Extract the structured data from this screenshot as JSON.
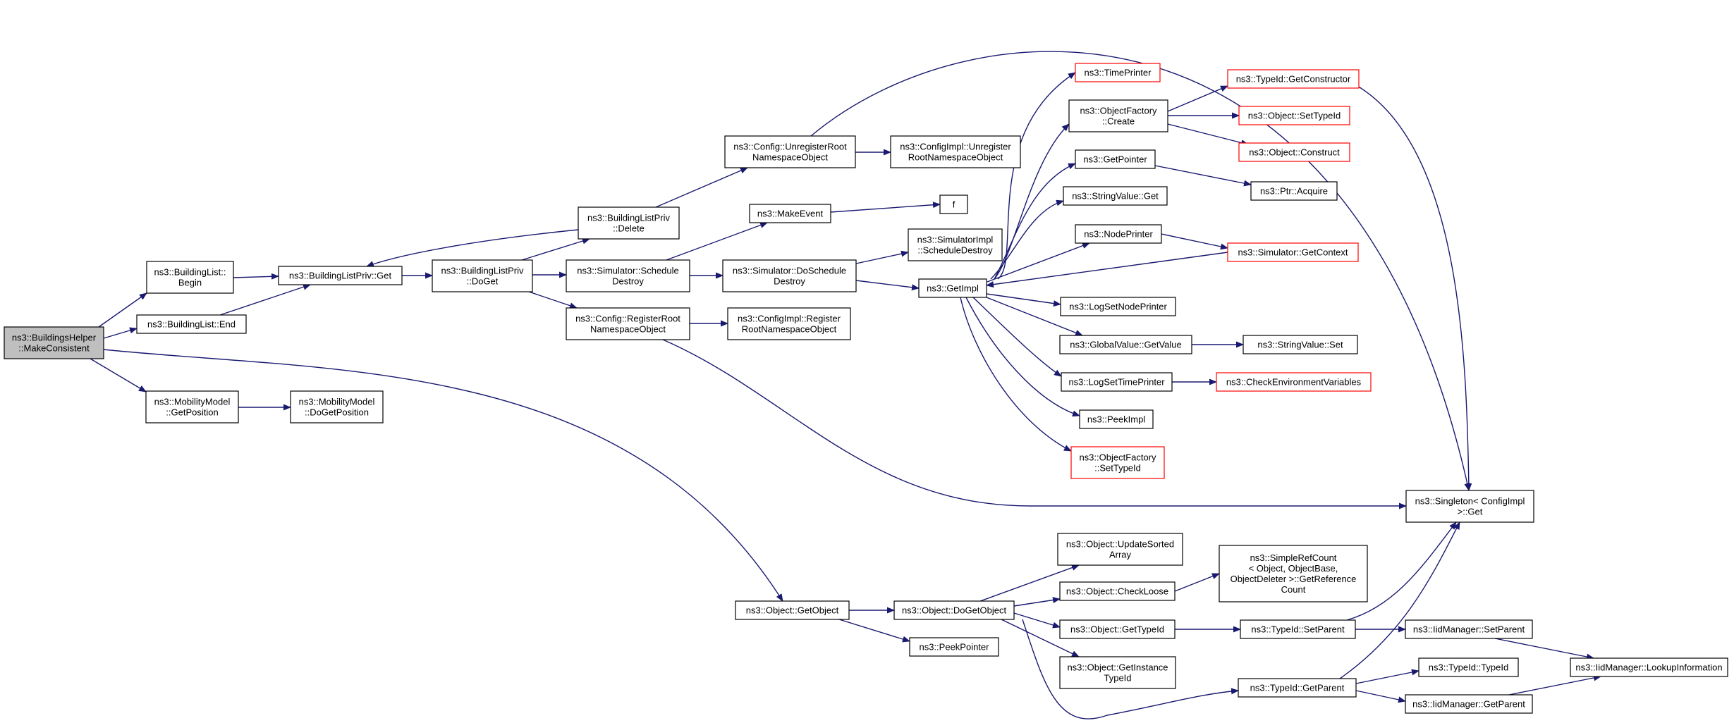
{
  "colors": {
    "edge": "#191970",
    "node_border": "#000000",
    "truncated_border": "#ff0000",
    "root_fill": "#bfbfbf",
    "node_fill": "#ffffff"
  },
  "nodes": [
    {
      "id": "root",
      "lines": [
        "ns3::BuildingsHelper",
        "::MakeConsistent"
      ],
      "style": "root"
    },
    {
      "id": "bl_begin",
      "lines": [
        "ns3::BuildingList::",
        "Begin"
      ]
    },
    {
      "id": "bl_end",
      "lines": [
        "ns3::BuildingList::End"
      ]
    },
    {
      "id": "mm_getpos",
      "lines": [
        "ns3::MobilityModel",
        "::GetPosition"
      ]
    },
    {
      "id": "mm_dogetpos",
      "lines": [
        "ns3::MobilityModel",
        "::DoGetPosition"
      ]
    },
    {
      "id": "blp_get",
      "lines": [
        "ns3::BuildingListPriv::Get"
      ]
    },
    {
      "id": "blp_doget",
      "lines": [
        "ns3::BuildingListPriv",
        "::DoGet"
      ]
    },
    {
      "id": "blp_delete",
      "lines": [
        "ns3::BuildingListPriv",
        "::Delete"
      ]
    },
    {
      "id": "cfg_unreg",
      "lines": [
        "ns3::Config::UnregisterRoot",
        "NamespaceObject"
      ]
    },
    {
      "id": "cfgimpl_unreg",
      "lines": [
        "ns3::ConfigImpl::Unregister",
        "RootNamespaceObject"
      ]
    },
    {
      "id": "make_event",
      "lines": [
        "ns3::MakeEvent"
      ]
    },
    {
      "id": "f",
      "lines": [
        "f"
      ]
    },
    {
      "id": "sim_sched",
      "lines": [
        "ns3::Simulator::Schedule",
        "Destroy"
      ]
    },
    {
      "id": "sim_dosched",
      "lines": [
        "ns3::Simulator::DoSchedule",
        "Destroy"
      ]
    },
    {
      "id": "simimpl_sched",
      "lines": [
        "ns3::SimulatorImpl",
        "::ScheduleDestroy"
      ]
    },
    {
      "id": "cfg_reg",
      "lines": [
        "ns3::Config::RegisterRoot",
        "NamespaceObject"
      ]
    },
    {
      "id": "cfgimpl_reg",
      "lines": [
        "ns3::ConfigImpl::Register",
        "RootNamespaceObject"
      ]
    },
    {
      "id": "getimpl",
      "lines": [
        "ns3::GetImpl"
      ]
    },
    {
      "id": "timeprinter",
      "lines": [
        "ns3::TimePrinter"
      ],
      "style": "truncated"
    },
    {
      "id": "objfactory_create",
      "lines": [
        "ns3::ObjectFactory",
        "::Create"
      ]
    },
    {
      "id": "getpointer",
      "lines": [
        "ns3::GetPointer"
      ]
    },
    {
      "id": "stringvalue_get",
      "lines": [
        "ns3::StringValue::Get"
      ]
    },
    {
      "id": "nodeprinter",
      "lines": [
        "ns3::NodePrinter"
      ]
    },
    {
      "id": "logsetnodeprinter",
      "lines": [
        "ns3::LogSetNodePrinter"
      ]
    },
    {
      "id": "globalvalue_getvalue",
      "lines": [
        "ns3::GlobalValue::GetValue"
      ]
    },
    {
      "id": "logsettimeprinter",
      "lines": [
        "ns3::LogSetTimePrinter"
      ]
    },
    {
      "id": "peekimpl",
      "lines": [
        "ns3::PeekImpl"
      ]
    },
    {
      "id": "objfactory_settypeid",
      "lines": [
        "ns3::ObjectFactory",
        "::SetTypeId"
      ],
      "style": "truncated"
    },
    {
      "id": "typeid_getconstructor",
      "lines": [
        "ns3::TypeId::GetConstructor"
      ],
      "style": "truncated"
    },
    {
      "id": "object_settypeid",
      "lines": [
        "ns3::Object::SetTypeId"
      ],
      "style": "truncated"
    },
    {
      "id": "object_construct",
      "lines": [
        "ns3::Object::Construct"
      ],
      "style": "truncated"
    },
    {
      "id": "ptr_acquire",
      "lines": [
        "ns3::Ptr::Acquire"
      ]
    },
    {
      "id": "sim_getcontext",
      "lines": [
        "ns3::Simulator::GetContext"
      ],
      "style": "truncated"
    },
    {
      "id": "stringvalue_set",
      "lines": [
        "ns3::StringValue::Set"
      ]
    },
    {
      "id": "checkenv",
      "lines": [
        "ns3::CheckEnvironmentVariables"
      ],
      "style": "truncated"
    },
    {
      "id": "singleton_get",
      "lines": [
        "ns3::Singleton< ConfigImpl",
        " >::Get"
      ]
    },
    {
      "id": "object_getobject",
      "lines": [
        "ns3::Object::GetObject"
      ]
    },
    {
      "id": "object_dogetobject",
      "lines": [
        "ns3::Object::DoGetObject"
      ]
    },
    {
      "id": "peekpointer",
      "lines": [
        "ns3::PeekPointer"
      ]
    },
    {
      "id": "object_updatesorted",
      "lines": [
        "ns3::Object::UpdateSorted",
        "Array"
      ]
    },
    {
      "id": "object_checkloose",
      "lines": [
        "ns3::Object::CheckLoose"
      ]
    },
    {
      "id": "object_gettypeid",
      "lines": [
        "ns3::Object::GetTypeId"
      ]
    },
    {
      "id": "object_getinstance",
      "lines": [
        "ns3::Object::GetInstance",
        "TypeId"
      ]
    },
    {
      "id": "simplerefcount",
      "lines": [
        "ns3::SimpleRefCount",
        "< Object, ObjectBase,",
        " ObjectDeleter >::GetReference",
        "Count"
      ]
    },
    {
      "id": "typeid_setparent",
      "lines": [
        "ns3::TypeId::SetParent"
      ]
    },
    {
      "id": "typeid_getparent",
      "lines": [
        "ns3::TypeId::GetParent"
      ]
    },
    {
      "id": "iid_setparent",
      "lines": [
        "ns3::IidManager::SetParent"
      ]
    },
    {
      "id": "typeid_typeid",
      "lines": [
        "ns3::TypeId::TypeId"
      ]
    },
    {
      "id": "iid_getparent",
      "lines": [
        "ns3::IidManager::GetParent"
      ]
    },
    {
      "id": "iid_lookup",
      "lines": [
        "ns3::IidManager::LookupInformation"
      ]
    }
  ]
}
